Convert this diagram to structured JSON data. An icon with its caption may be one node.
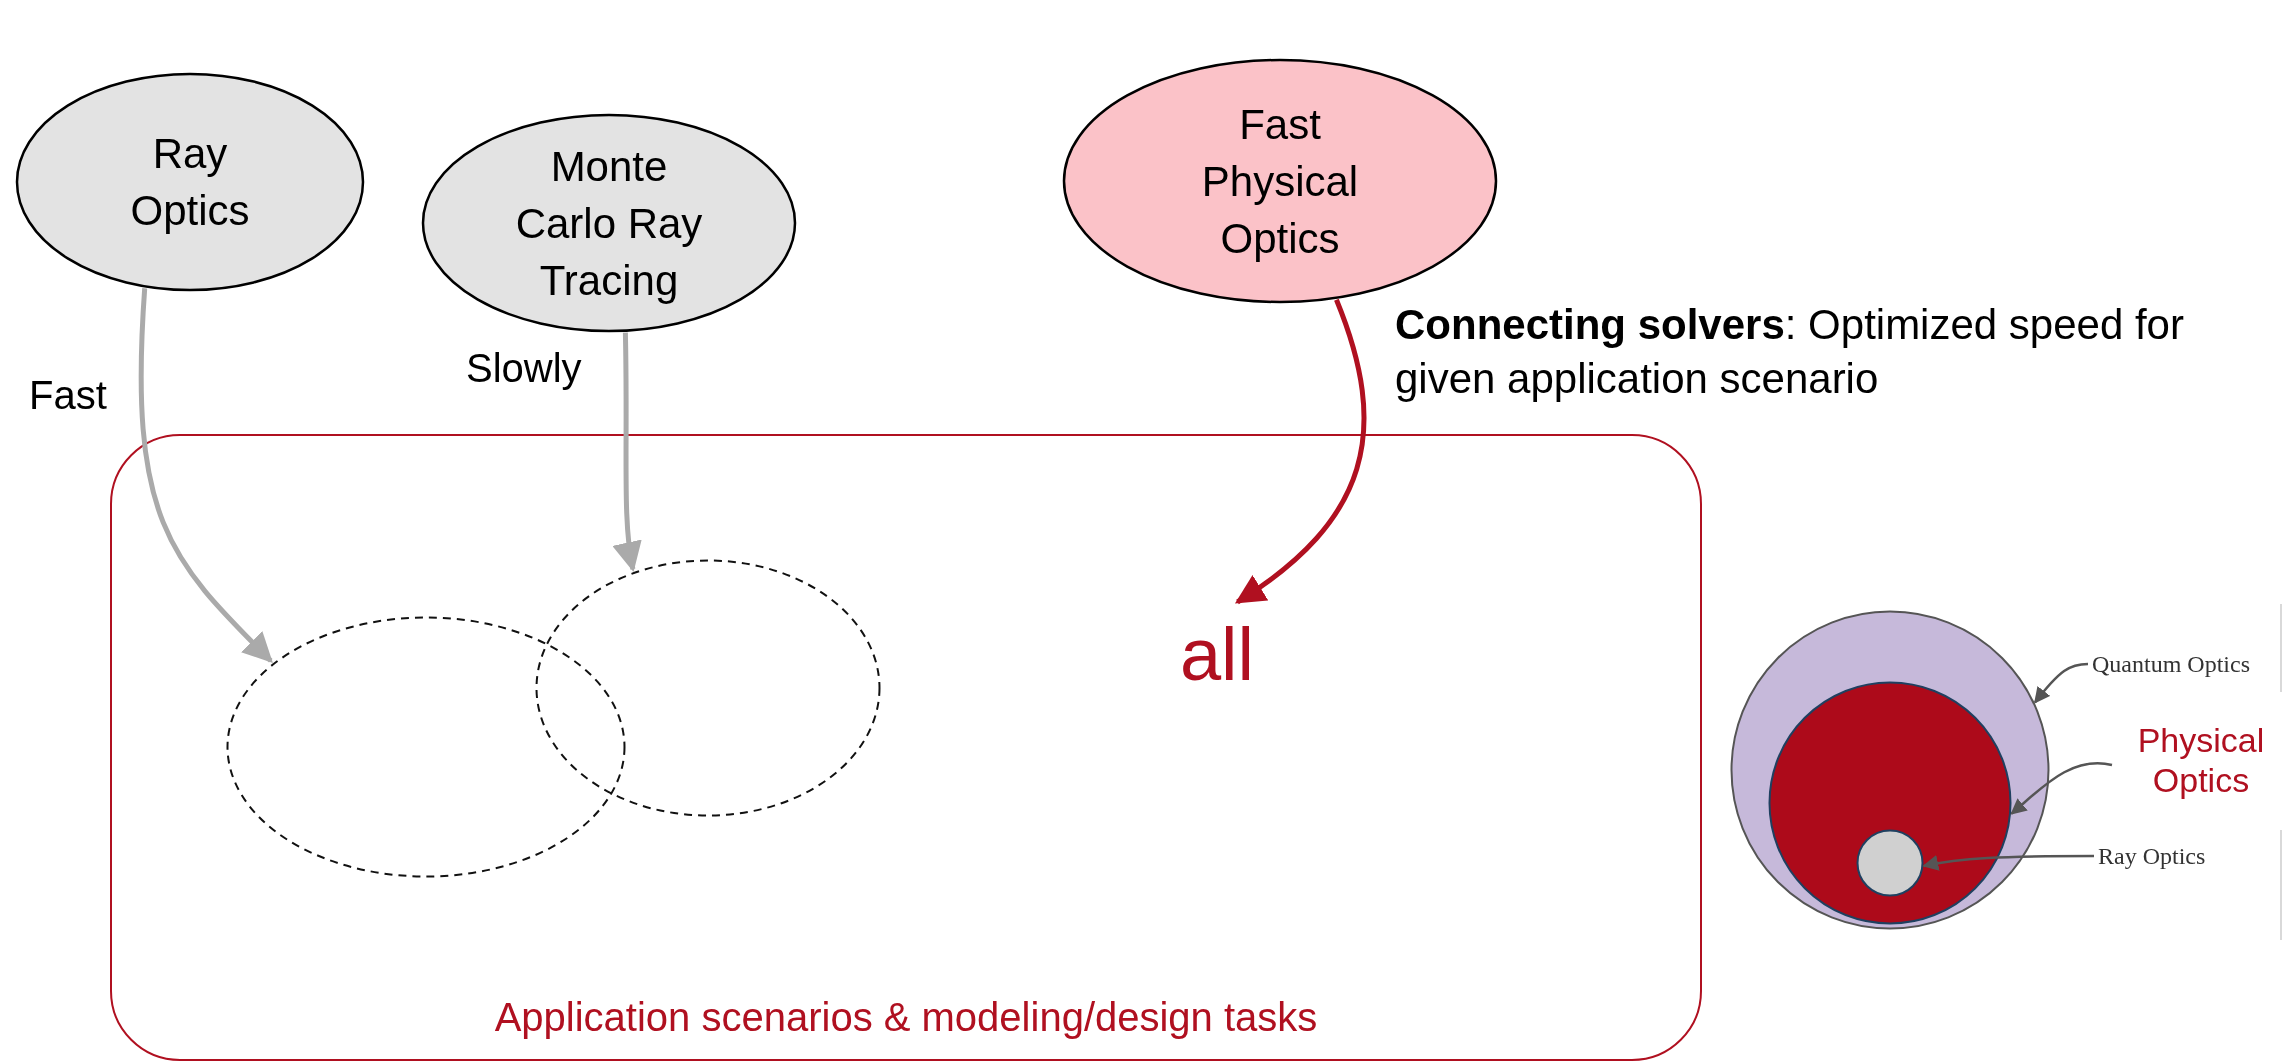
{
  "diagram": {
    "nodes": [
      {
        "text": [
          "Ray Optics"
        ]
      },
      {
        "text": [
          "Monte Carlo Ray Tracing"
        ]
      },
      {
        "text": [
          "Fast Physical Optics"
        ]
      },
      {
        "text": [
          "Application scenarios & modeling/design tasks"
        ]
      },
      {
        "text": [],
        "shape": "ellipse",
        "in": 3
      },
      {
        "text": [],
        "shape": "ellipse",
        "in": 3
      },
      {
        "text": [
          "all"
        ],
        "in": 3
      },
      {
        "text": [],
        "shape": "circle"
      },
      {
        "text": [],
        "shape": "circle",
        "in": 7
      },
      {
        "text": [],
        "shape": "circle",
        "in": 8
      },
      {
        "text": [
          "Quantum Optics"
        ]
      },
      {
        "text": [
          "Physical Optics"
        ]
      },
      {
        "text": [
          "Ray Optics"
        ]
      }
    ],
    "edges": [
      {
        "from": 0,
        "to": 4,
        "arrow": "to",
        "label": "Fast",
        "color": "#aaaaaa"
      },
      {
        "from": 1,
        "to": 5,
        "arrow": "to",
        "label": "Slowly",
        "color": "#aaaaaa"
      },
      {
        "from": 2,
        "to": 6,
        "arrow": "to",
        "color": "#b01020"
      },
      {
        "from": 10,
        "to": 7,
        "arrow": "to"
      },
      {
        "from": 11,
        "to": 8,
        "arrow": "to"
      },
      {
        "from": 12,
        "to": 9,
        "arrow": "to"
      }
    ],
    "labels": [
      "**Connecting solvers**: Optimized speed for given application scenario"
    ]
  }
}
